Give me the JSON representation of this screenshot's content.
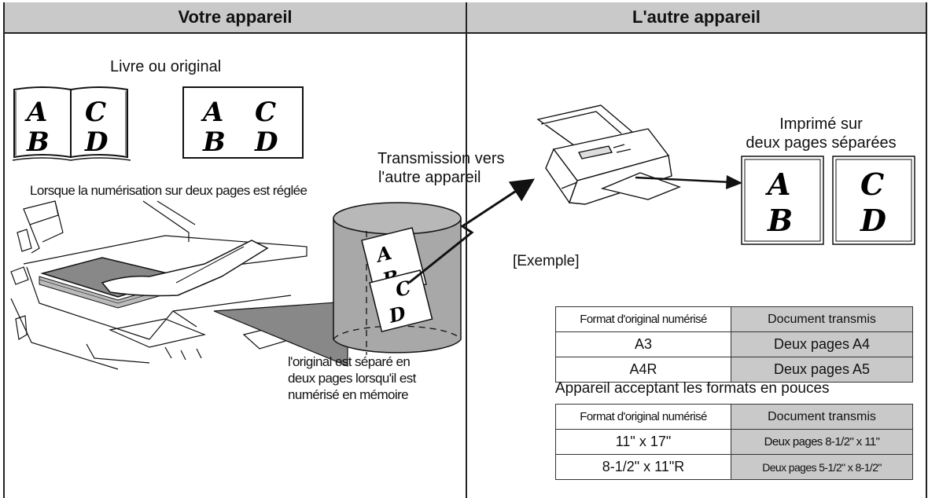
{
  "header": {
    "left_title": "Votre appareil",
    "right_title": "L'autre appareil"
  },
  "left_panel": {
    "book_caption": "Livre ou original",
    "book_letters": [
      "A",
      "C",
      "B",
      "D"
    ],
    "original_letters": [
      "A",
      "C",
      "B",
      "D"
    ],
    "scan_caption": "Lorsque la numérisation sur deux pages est réglée",
    "memory_caption_lines": [
      "l'original est séparé en",
      "deux pages lorsqu'il est",
      "numérisé en mémoire"
    ],
    "memory_sheet_letters": [
      "A",
      "B",
      "C",
      "D"
    ]
  },
  "middle": {
    "transmission_lines": [
      "Transmission vers",
      "l'autre appareil"
    ]
  },
  "right_panel": {
    "printed_caption_lines": [
      "Imprimé sur",
      "deux pages séparées"
    ],
    "printed_pages": [
      {
        "letters": [
          "A",
          "B"
        ]
      },
      {
        "letters": [
          "C",
          "D"
        ]
      }
    ],
    "example_label": "[Exemple]",
    "table1": {
      "headers": [
        "Format d'original numérisé",
        "Document transmis"
      ],
      "rows": [
        [
          "A3",
          "Deux pages A4"
        ],
        [
          "A4R",
          "Deux pages A5"
        ]
      ]
    },
    "inch_caption": "Appareil acceptant les formats en pouces",
    "table2": {
      "headers": [
        "Format d'original numérisé",
        "Document transmis"
      ],
      "rows": [
        [
          "11\" x 17\"",
          "Deux pages 8-1/2\" x 11\""
        ],
        [
          "8-1/2\" x 11\"R",
          "Deux pages 5-1/2\" x 8-1/2\""
        ]
      ]
    }
  }
}
